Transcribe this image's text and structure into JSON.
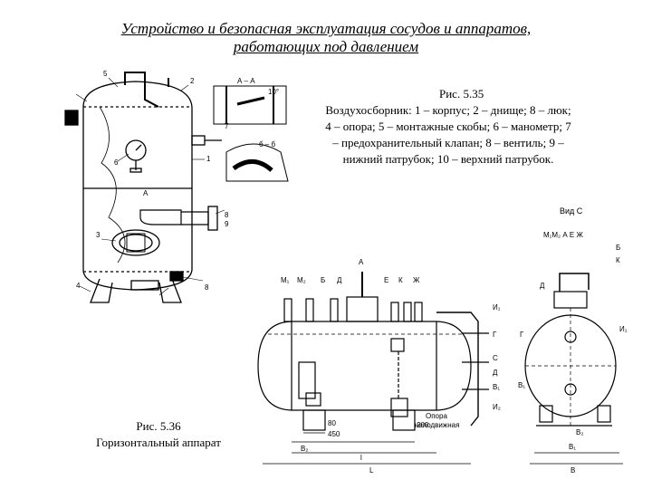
{
  "title": {
    "line1": "Устройство и безопасная эксплуатация сосудов и аппаратов,",
    "line2": "работающих под давлением"
  },
  "figure_535": {
    "heading": "Рис. 5.35",
    "caption": "Воздухосборник: 1 – корпус; 2 – днище; 8 – люк; 4 – опора; 5 – монтажные скобы; 6 – манометр; 7 – предохранительный клапан; 8 – вентиль; 9 – нижний патрубок; 10 – верхний патрубок.",
    "section_labels": [
      "А – А",
      "б – б",
      "10°"
    ],
    "callouts": [
      "5",
      "2",
      "1",
      "6",
      "7",
      "8",
      "9",
      "3",
      "4",
      "8",
      "А"
    ]
  },
  "figure_536": {
    "heading": "Рис. 5.36",
    "caption": "Горизонтальный аппарат",
    "view_label": "Вид С",
    "top_labels": [
      "M₁",
      "M₂",
      "Б",
      "Д",
      "А",
      "Е",
      "К",
      "Ж"
    ],
    "side_labels": [
      "И₁",
      "Г",
      "С",
      "Д",
      "В₁",
      "И₂"
    ],
    "dimensions": [
      "80",
      "450",
      "200",
      "B₂",
      "l",
      "L"
    ],
    "support_label": [
      "Опора",
      "неподвижная"
    ],
    "right_view_labels": [
      "M₁M₂ А Е Ж",
      "Б",
      "К",
      "Д",
      "Г",
      "И₁",
      "В₁",
      "В₂",
      "B₁",
      "B"
    ]
  },
  "colors": {
    "ink": "#000000",
    "background": "#ffffff"
  }
}
